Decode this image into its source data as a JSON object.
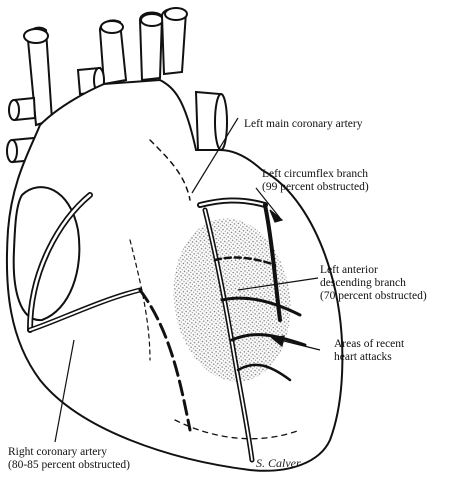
{
  "labels": {
    "left_main": "Left main coronary artery",
    "circumflex_line1": "Left circumflex branch",
    "circumflex_line2": "(99 percent obstructed)",
    "lad_line1": "Left anterior",
    "lad_line2": "descending branch",
    "lad_line3": "(70 percent obstructed)",
    "recent_line1": "Areas of recent",
    "recent_line2": "heart attacks",
    "rca_line1": "Right coronary artery",
    "rca_line2": "(80-85 percent obstructed)"
  },
  "signature": "S. Calver",
  "colors": {
    "ink": "#111111",
    "shade": "#8a8a8a"
  }
}
